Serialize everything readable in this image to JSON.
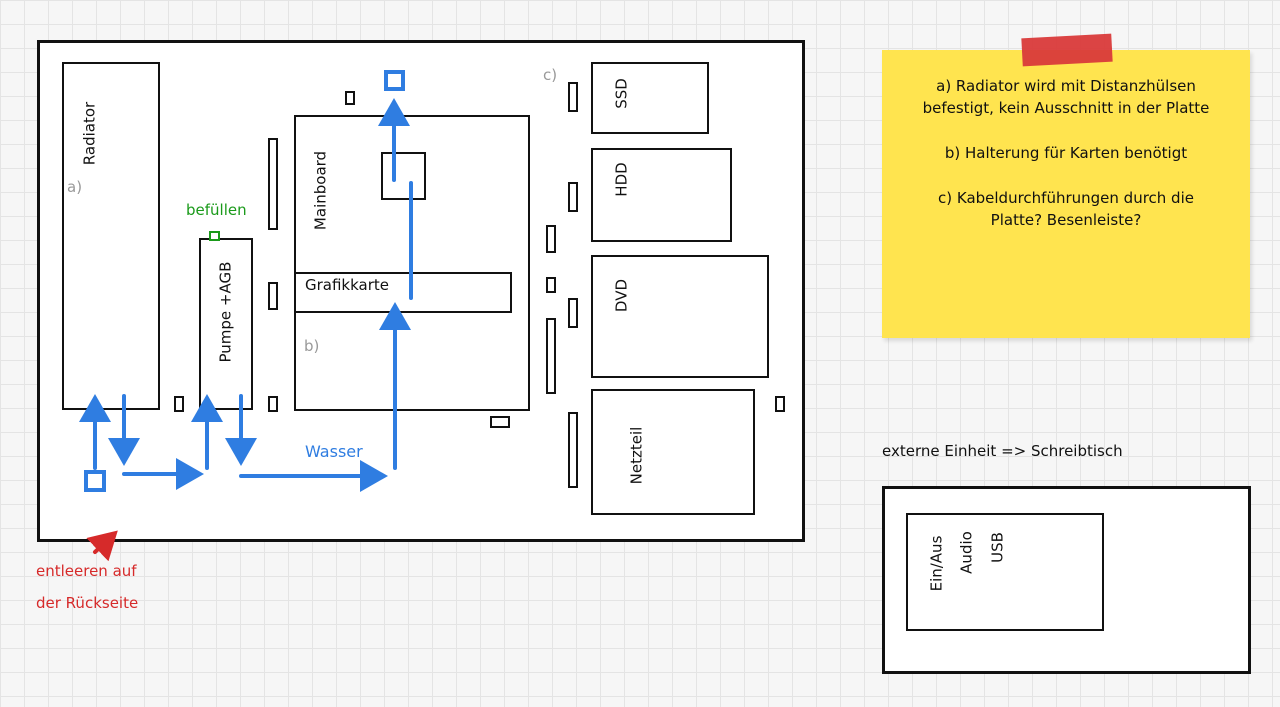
{
  "case": {
    "radiator_label": "Radiator",
    "label_a": "a)",
    "pump_label": "Pumpe +AGB",
    "fill_label": "befüllen",
    "mainboard_label": "Mainboard",
    "gpu_label": "Grafikkarte",
    "label_b": "b)",
    "label_c": "c)",
    "water_label": "Wasser",
    "drain_label_line1": "entleeren auf",
    "drain_label_line2": "der Rückseite"
  },
  "drives": {
    "ssd_label": "SSD",
    "hdd_label": "HDD",
    "dvd_label": "DVD",
    "psu_label": "Netzteil"
  },
  "note": {
    "line_a1": "a) Radiator wird mit Distanzhülsen",
    "line_a2": "befestigt, kein Ausschnitt in der Platte",
    "line_b": "b) Halterung für Karten benötigt",
    "line_c1": "c) Kabeldurchführungen durch die",
    "line_c2": "Platte? Besenleiste?"
  },
  "external": {
    "title": "externe Einheit => Schreibtisch",
    "power_label": "Ein/Aus",
    "audio_label": "Audio",
    "usb_label": "USB"
  },
  "colors": {
    "water": "#2f7de1",
    "fill_port": "#1a9a1a",
    "drain_arrow": "#d62a2a",
    "note": "#ffe44f",
    "tape": "#d93a3a"
  }
}
